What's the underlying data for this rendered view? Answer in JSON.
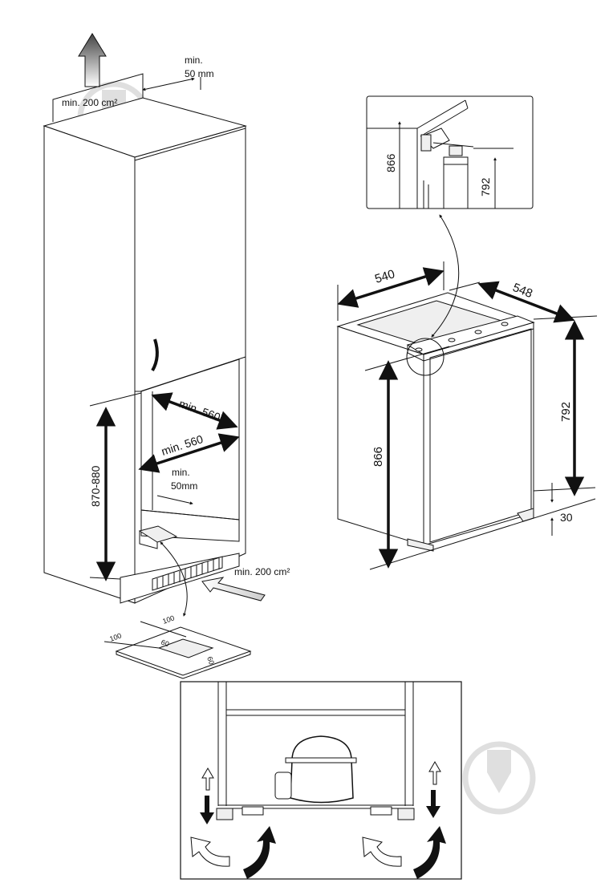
{
  "labels": {
    "vent_top_area": "min. 200 cm²",
    "top_gap_min": "min.",
    "top_gap_value": "50 mm",
    "niche_depth_1": "min. 560",
    "niche_depth_2": "min. 560",
    "rear_gap_min": "min.",
    "rear_gap_value": "50mm",
    "niche_height": "870-880",
    "vent_bottom_area": "min. 200 cm²",
    "unit_width": "540",
    "unit_depth": "548",
    "unit_height_total": "866",
    "unit_height_body": "792",
    "foot_height": "30",
    "detail_height_total": "866",
    "detail_height_body": "792",
    "cutout_side_a": "100",
    "cutout_side_b": "100",
    "cutout_inner_a": "60",
    "cutout_inner_b": "60"
  },
  "colors": {
    "line": "#111111",
    "watermark": "#dcdcdc",
    "vent_arrow_top": "#555555",
    "vent_arrow_bottom": "#222222"
  },
  "icons": {
    "watermark": "diia-logo-icon",
    "airflow": "curved-arrow-icon",
    "direction": "double-arrow-icon"
  }
}
